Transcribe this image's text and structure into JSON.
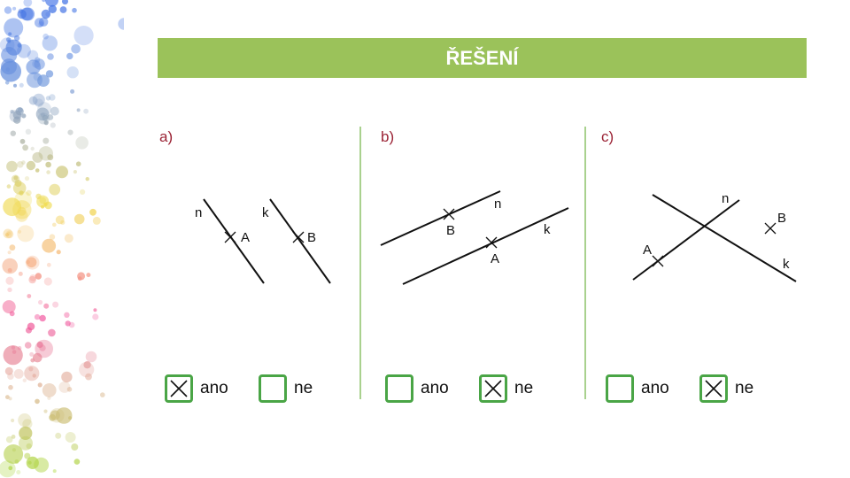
{
  "title": "ŘEŠENÍ",
  "colors": {
    "title_bar": "#9bc25a",
    "panel_label": "#9b2335",
    "checkbox_border": "#4aa546",
    "divider": "#a9d18e"
  },
  "panels": [
    {
      "label": "a)",
      "lines": [
        "n",
        "k"
      ],
      "points": [
        "A",
        "B"
      ],
      "options": [
        {
          "label": "ano",
          "checked": true
        },
        {
          "label": "ne",
          "checked": false
        }
      ]
    },
    {
      "label": "b)",
      "lines": [
        "n",
        "k"
      ],
      "points": [
        "B",
        "A"
      ],
      "options": [
        {
          "label": "ano",
          "checked": false
        },
        {
          "label": "ne",
          "checked": true
        }
      ]
    },
    {
      "label": "c)",
      "lines": [
        "n",
        "k"
      ],
      "points": [
        "A",
        "B"
      ],
      "options": [
        {
          "label": "ano",
          "checked": false
        },
        {
          "label": "ne",
          "checked": true
        }
      ]
    }
  ]
}
